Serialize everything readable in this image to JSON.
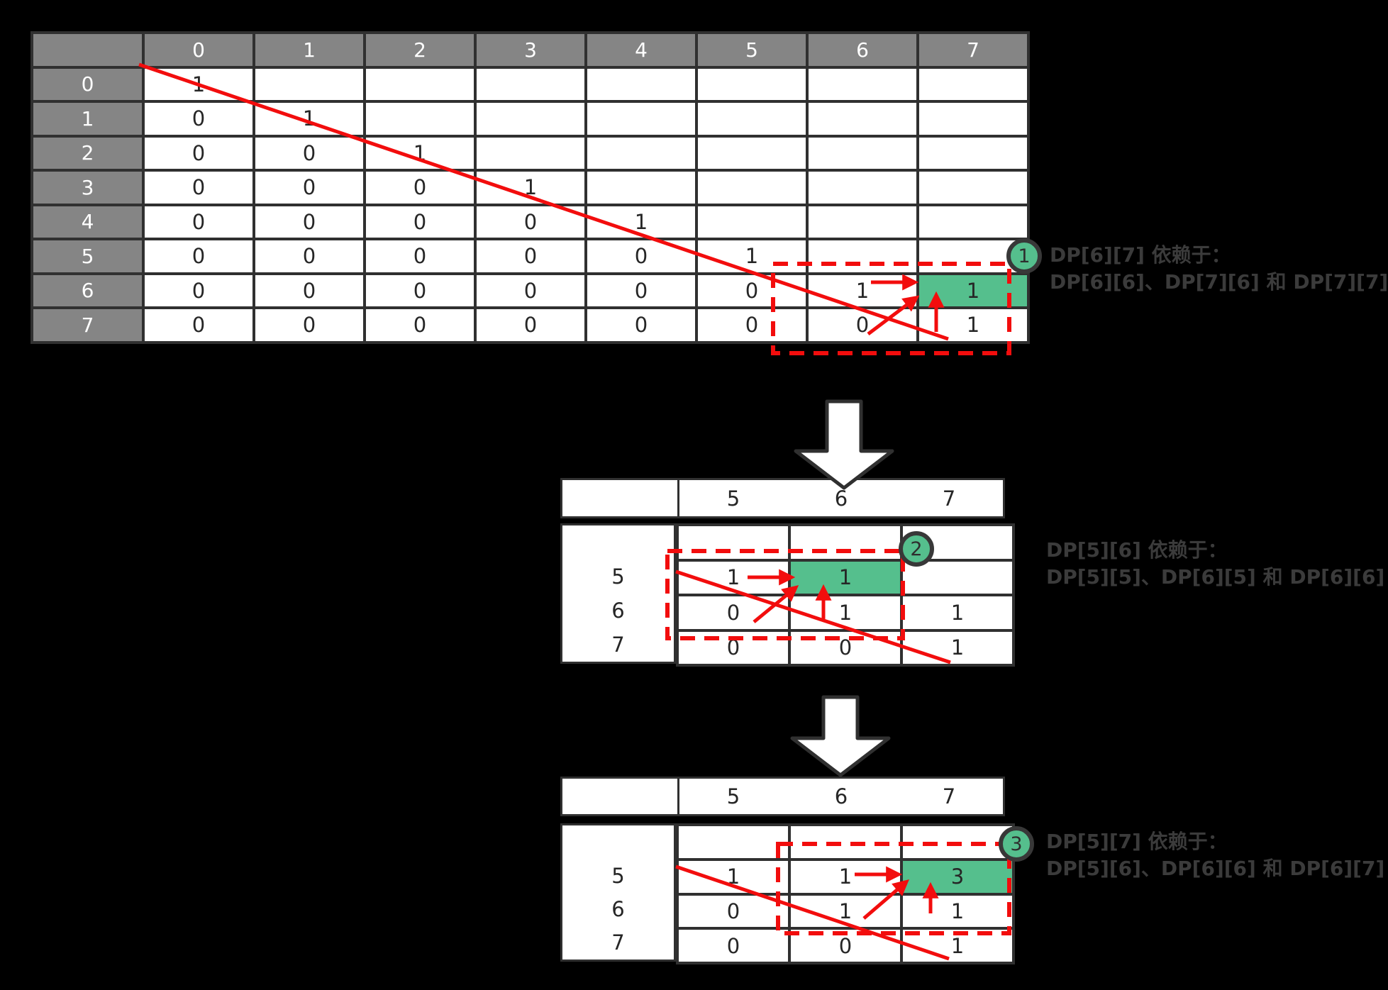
{
  "colors": {
    "bg": "#000000",
    "green": "#55bf8d",
    "gray": "#858585",
    "red": "#f20d0d",
    "border": "#303030",
    "ink": "#262626",
    "note": "#3b3b3b"
  },
  "step1_table": {
    "col_headers": [
      "0",
      "1",
      "2",
      "3",
      "4",
      "5",
      "6",
      "7"
    ],
    "row_headers": [
      "0",
      "1",
      "2",
      "3",
      "4",
      "5",
      "6",
      "7"
    ],
    "rows": [
      [
        "1",
        "",
        "",
        "",
        "",
        "",
        "",
        ""
      ],
      [
        "0",
        "1",
        "",
        "",
        "",
        "",
        "",
        ""
      ],
      [
        "0",
        "0",
        "1",
        "",
        "",
        "",
        "",
        ""
      ],
      [
        "0",
        "0",
        "0",
        "1",
        "",
        "",
        "",
        ""
      ],
      [
        "0",
        "0",
        "0",
        "0",
        "1",
        "",
        "",
        ""
      ],
      [
        "0",
        "0",
        "0",
        "0",
        "0",
        "1",
        "",
        ""
      ],
      [
        "0",
        "0",
        "0",
        "0",
        "0",
        "0",
        "1",
        "1"
      ],
      [
        "0",
        "0",
        "0",
        "0",
        "0",
        "0",
        "0",
        "1"
      ]
    ],
    "highlight": {
      "row": 6,
      "col": 7
    }
  },
  "step2_table": {
    "col_headers": [
      "5",
      "6",
      "7"
    ],
    "row_headers": [
      "",
      "5",
      "6",
      "7"
    ],
    "rows": [
      [
        "",
        "",
        ""
      ],
      [
        "1",
        "1",
        ""
      ],
      [
        "0",
        "1",
        "1"
      ],
      [
        "0",
        "0",
        "1"
      ]
    ],
    "highlight": {
      "row": 1,
      "col": 1
    }
  },
  "step3_table": {
    "col_headers": [
      "5",
      "6",
      "7"
    ],
    "row_headers": [
      "",
      "5",
      "6",
      "7"
    ],
    "rows": [
      [
        "",
        "",
        ""
      ],
      [
        "1",
        "1",
        "3"
      ],
      [
        "0",
        "1",
        "1"
      ],
      [
        "0",
        "0",
        "1"
      ]
    ],
    "highlight": {
      "row": 1,
      "col": 2
    }
  },
  "annotations": [
    {
      "badge": "1",
      "line1": "DP[6][7] 依赖于：",
      "line2": "DP[6][6]、DP[7][6] 和 DP[7][7]"
    },
    {
      "badge": "2",
      "line1": "DP[5][6] 依赖于：",
      "line2": "DP[5][5]、DP[6][5] 和 DP[6][6]"
    },
    {
      "badge": "3",
      "line1": "DP[5][7] 依赖于：",
      "line2": "DP[5][6]、DP[6][6] 和 DP[6][7]"
    }
  ]
}
